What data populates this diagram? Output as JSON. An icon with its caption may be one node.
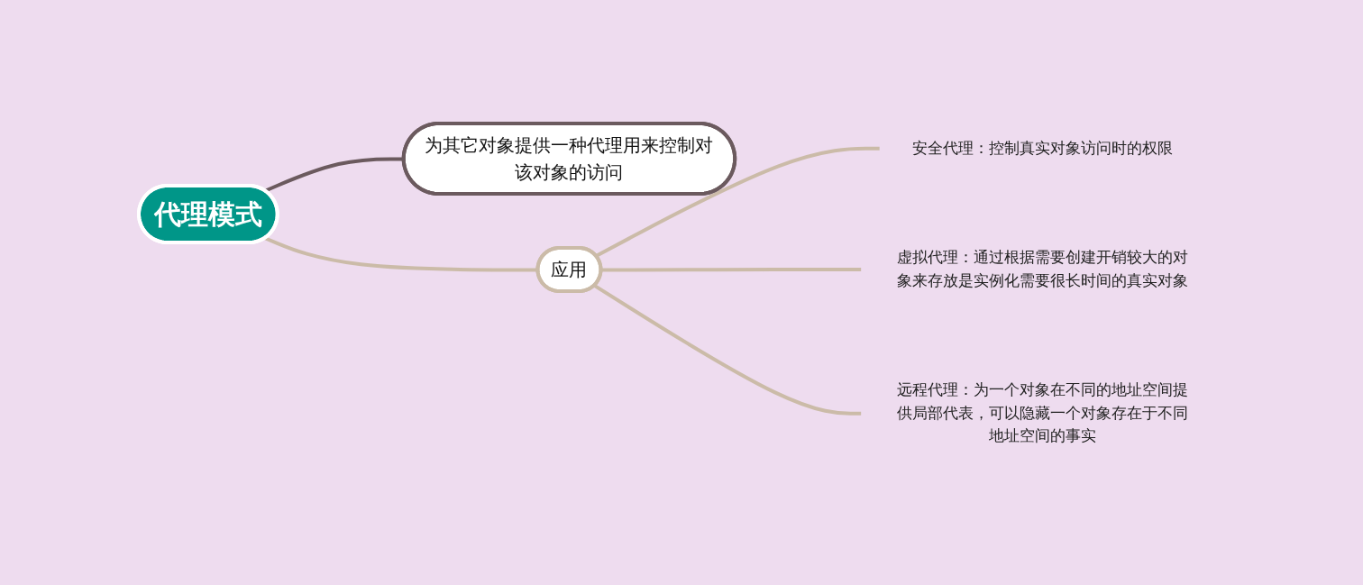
{
  "diagram": {
    "nodes": [
      {
        "text": [
          "代理模式"
        ]
      },
      {
        "text": [
          "为其它对象提供一种代理用来控制对该对象的访问"
        ]
      },
      {
        "text": [
          "应用"
        ]
      },
      {
        "text": [
          "安全代理：控制真实对象访问时的权限"
        ]
      },
      {
        "text": [
          "虚拟代理：通过根据需要创建开销较大的对象来存放是实例化需要很长时间的真实对象"
        ]
      },
      {
        "text": [
          "远程代理：为一个对象在不同的地址空间提供局部代表，可以隐藏一个对象存在于不同地址空间的事实"
        ]
      }
    ],
    "edges": [
      {
        "from": 0,
        "to": 1,
        "arrow": "none",
        "color": "#6b5a5e"
      },
      {
        "from": 0,
        "to": 2,
        "arrow": "none"
      },
      {
        "from": 2,
        "to": 3,
        "arrow": "none"
      },
      {
        "from": 2,
        "to": 4,
        "arrow": "none"
      },
      {
        "from": 2,
        "to": 5,
        "arrow": "none"
      }
    ]
  }
}
